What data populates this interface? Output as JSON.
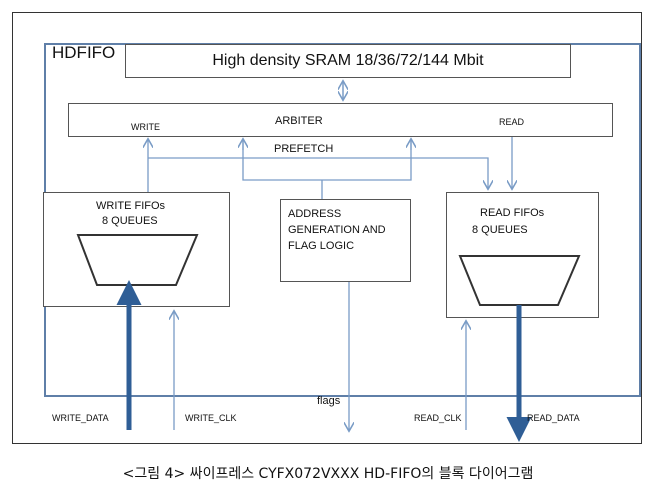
{
  "diagram": {
    "container_title": "HDFIFO",
    "sram_label": "High density SRAM 18/36/72/144  Mbit",
    "arbiter_label": "ARBITER",
    "arbiter_write": "WRITE",
    "arbiter_read": "READ",
    "prefetch_label": "PREFETCH",
    "write_fifo_line1": "WRITE FIFOs",
    "write_fifo_line2": "8 QUEUES",
    "address_line1": "ADDRESS",
    "address_line2": "GENERATION AND",
    "address_line3": "FLAG LOGIC",
    "read_fifo_line1": "READ FIFOs",
    "read_fifo_line2": "8 QUEUES",
    "write_data": "WRITE_DATA",
    "write_clk": "WRITE_CLK",
    "flags": "flags",
    "read_clk": "READ_CLK",
    "read_data": "READ_DATA"
  },
  "caption": "<그림 4> 싸이프레스 CYFX072VXXX HD-FIFO의 블록 다이어그램",
  "colors": {
    "arrow": "#7a9cc6",
    "thick_arrow": "#2f5e96",
    "frame": "#5f7fa8"
  }
}
